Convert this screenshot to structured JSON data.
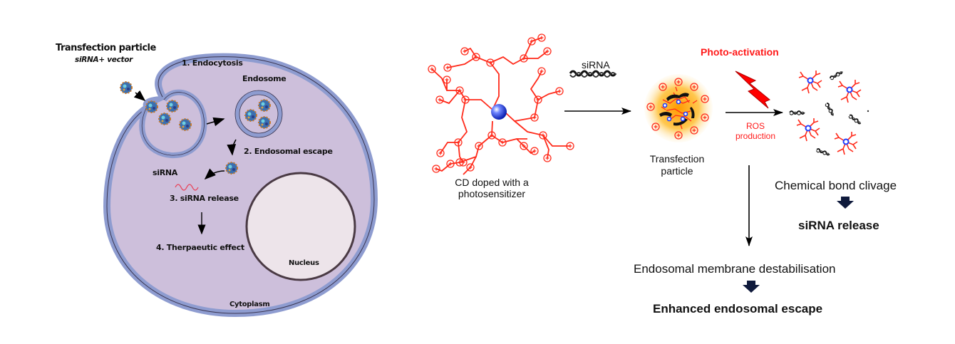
{
  "left_panel": {
    "particle_title": "Transfection particle",
    "particle_subtitle": "siRNA+ vector",
    "step1": "1. Endocytosis",
    "endosome_label": "Endosome",
    "step2": "2. Endosomal escape",
    "sirna_label": "siRNA",
    "step3": "3. siRNA release",
    "step4": "4. Therpaeutic effect",
    "nucleus_label": "Nucleus",
    "cytoplasm_label": "Cytoplasm"
  },
  "right_panel": {
    "cd_label_line1": "CD doped with a",
    "cd_label_line2": "photosensitizer",
    "sirna_arrow_label": "siRNA",
    "photo_activation": "Photo-activation",
    "ros_line1": "ROS",
    "ros_line2": "production",
    "particle_label_line1": "Transfection",
    "particle_label_line2": "particle",
    "bond_cleavage": "Chemical bond clivage",
    "sirna_release": "siRNA release",
    "membrane_destab": "Endosomal membrane destabilisation",
    "enhanced_escape": "Enhanced endosomal escape"
  },
  "colors": {
    "cell_fill": "#cdbfdb",
    "membrane": "#8e9cd0",
    "nucleus_fill": "#ede4ea",
    "dendrimer_red": "#ff2a1a",
    "core_blue": "#1f3cff",
    "photo_red": "#ff0000",
    "block_arrow": "#0f1a3c"
  }
}
